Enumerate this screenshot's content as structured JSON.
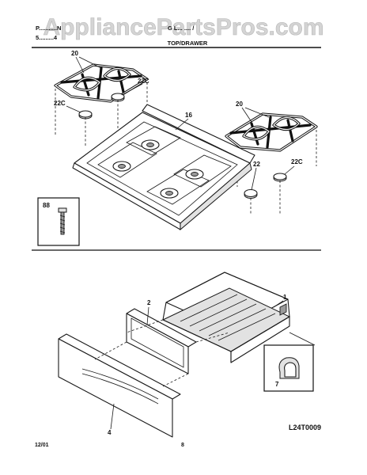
{
  "watermark": "AppliancePartsPros.com",
  "header": {
    "line1_left": "P...........N",
    "line1_right": "G L... .... /",
    "line2_left": "5.........4",
    "section_title": "TOP/DRAWER"
  },
  "callouts": {
    "grate_left": "20",
    "grate_right": "20",
    "cap_left_upper": "22C",
    "cap_left_lower": "22C",
    "cap_right": "22C",
    "head_right": "22",
    "cooktop": "16",
    "screw_box": "88",
    "drawer": "1",
    "drawer_side": "2",
    "drawer_front": "4",
    "glide_box": "7"
  },
  "footer": {
    "date": "12/01",
    "page": "8",
    "diagram_id": "L24T0009"
  }
}
